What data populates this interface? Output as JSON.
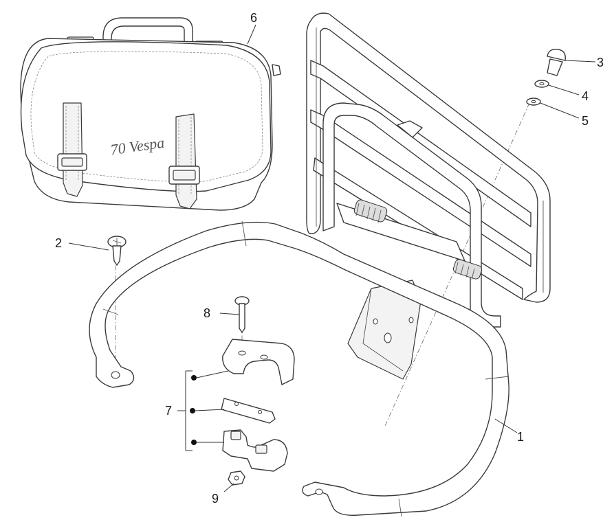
{
  "callouts": {
    "c1": "1",
    "c2": "2",
    "c3": "3",
    "c4": "4",
    "c5": "5",
    "c6": "6",
    "c7": "7",
    "c8": "8",
    "c9": "9"
  },
  "bag_logo": "70 Vespa"
}
